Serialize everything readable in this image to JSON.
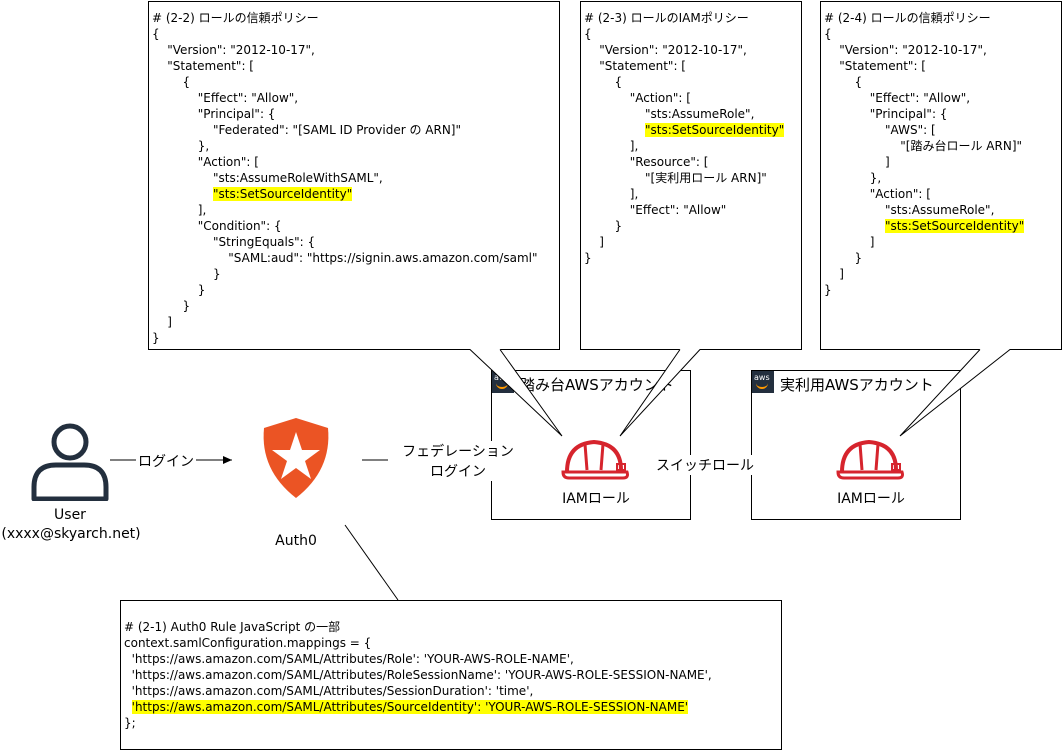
{
  "callouts": {
    "c22": {
      "lines": [
        {
          "text": "# (2-2) ロールの信頼ポリシー"
        },
        {
          "text": "{"
        },
        {
          "text": "    \"Version\": \"2012-10-17\","
        },
        {
          "text": "    \"Statement\": ["
        },
        {
          "text": "        {"
        },
        {
          "text": "            \"Effect\": \"Allow\","
        },
        {
          "text": "            \"Principal\": {"
        },
        {
          "text": "                \"Federated\": \"[SAML ID Provider の ARN]\""
        },
        {
          "text": "            },"
        },
        {
          "text": "            \"Action\": ["
        },
        {
          "text": "                \"sts:AssumeRoleWithSAML\","
        },
        {
          "text": "                ",
          "hl": "\"sts:SetSourceIdentity\""
        },
        {
          "text": "            ],"
        },
        {
          "text": "            \"Condition\": {"
        },
        {
          "text": "                \"StringEquals\": {"
        },
        {
          "text": "                    \"SAML:aud\": \"https://signin.aws.amazon.com/saml\""
        },
        {
          "text": "                }"
        },
        {
          "text": "            }"
        },
        {
          "text": "        }"
        },
        {
          "text": "    ]"
        },
        {
          "text": "}"
        }
      ]
    },
    "c23": {
      "lines": [
        {
          "text": "# (2-3) ロールのIAMポリシー"
        },
        {
          "text": "{"
        },
        {
          "text": "    \"Version\": \"2012-10-17\","
        },
        {
          "text": "    \"Statement\": ["
        },
        {
          "text": "        {"
        },
        {
          "text": "            \"Action\": ["
        },
        {
          "text": "                \"sts:AssumeRole\","
        },
        {
          "text": "                ",
          "hl": "\"sts:SetSourceIdentity\""
        },
        {
          "text": "            ],"
        },
        {
          "text": "            \"Resource\": ["
        },
        {
          "text": "                \"[実利用ロール ARN]\""
        },
        {
          "text": "            ],"
        },
        {
          "text": "            \"Effect\": \"Allow\""
        },
        {
          "text": "        }"
        },
        {
          "text": "    ]"
        },
        {
          "text": "}"
        }
      ]
    },
    "c24": {
      "lines": [
        {
          "text": "# (2-4) ロールの信頼ポリシー"
        },
        {
          "text": "{"
        },
        {
          "text": "    \"Version\": \"2012-10-17\","
        },
        {
          "text": "    \"Statement\": ["
        },
        {
          "text": "        {"
        },
        {
          "text": "            \"Effect\": \"Allow\","
        },
        {
          "text": "            \"Principal\": {"
        },
        {
          "text": "                \"AWS\": ["
        },
        {
          "text": "                    \"[踏み台ロール ARN]\""
        },
        {
          "text": "                ]"
        },
        {
          "text": "            },"
        },
        {
          "text": "            \"Action\": ["
        },
        {
          "text": "                \"sts:AssumeRole\","
        },
        {
          "text": "                ",
          "hl": "\"sts:SetSourceIdentity\""
        },
        {
          "text": "            ]"
        },
        {
          "text": "        }"
        },
        {
          "text": "    ]"
        },
        {
          "text": "}"
        }
      ]
    },
    "c21": {
      "lines": [
        {
          "text": "# (2-1) Auth0 Rule JavaScript の一部"
        },
        {
          "text": "context.samlConfiguration.mappings = {"
        },
        {
          "text": "  'https://aws.amazon.com/SAML/Attributes/Role': 'YOUR-AWS-ROLE-NAME',"
        },
        {
          "text": "  'https://aws.amazon.com/SAML/Attributes/RoleSessionName': 'YOUR-AWS-ROLE-SESSION-NAME',"
        },
        {
          "text": "  'https://aws.amazon.com/SAML/Attributes/SessionDuration': 'time',"
        },
        {
          "text": "  ",
          "hl": "'https://aws.amazon.com/SAML/Attributes/SourceIdentity': 'YOUR-AWS-ROLE-SESSION-NAME'"
        },
        {
          "text": "};"
        }
      ]
    }
  },
  "user": {
    "name": "User",
    "email": "(xxxx@skyarch.net)"
  },
  "auth0": {
    "label": "Auth0"
  },
  "accounts": {
    "stepping": {
      "name": "踏み台AWSアカウント",
      "role_label": "IAMロール"
    },
    "actual": {
      "name": "実利用AWSアカウント",
      "role_label": "IAMロール"
    }
  },
  "edges": {
    "login": "ログイン",
    "federation_1": "フェデレーション",
    "federation_2": "ログイン",
    "switch_role": "スイッチロール"
  },
  "colors": {
    "highlight": "#ffff00",
    "iam_red": "#d6242d",
    "auth0_orange": "#eb5424",
    "aws_dark": "#232f3e",
    "aws_orange": "#ff9900",
    "user_navy": "#232f3e"
  },
  "icons": {
    "user": "user-icon",
    "auth0": "auth0-shield-icon",
    "iam_role": "iam-role-helmet-icon",
    "aws": "aws-logo-icon"
  }
}
